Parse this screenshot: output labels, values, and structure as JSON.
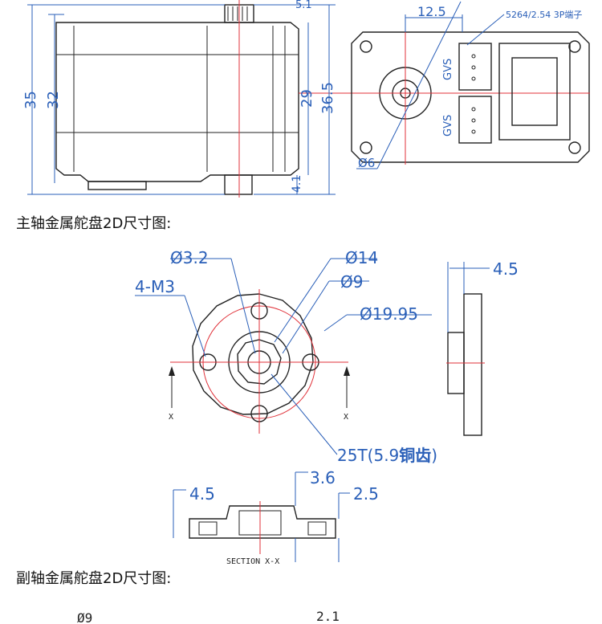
{
  "top_view": {
    "dims": {
      "d35": "35",
      "d32": "32",
      "d29": "29",
      "d36_5": "36.5",
      "d4_1": "4.1",
      "d5_1": "5.1",
      "d12_5": "12.5",
      "d6": "Ø6"
    },
    "connector_label": "5264/2.54 3P端子",
    "pins_top": "GVS",
    "pins_bottom": "GVS"
  },
  "section1": {
    "heading": "主轴金属舵盘2D尺寸图:",
    "labels": {
      "d3_2": "Ø3.2",
      "d14": "Ø14",
      "d9": "Ø9",
      "m3": "4-M3",
      "d19_95": "Ø19.95",
      "d4_5_side": "4.5",
      "teeth_num": "25T(5.9",
      "teeth_cn": "铜齿",
      "teeth_close": ")",
      "x_left": "X",
      "x_right": "X"
    },
    "section_view": {
      "d3_6": "3.6",
      "d4_5": "4.5",
      "d2_5": "2.5",
      "caption": "SECTION X-X"
    }
  },
  "section2": {
    "heading": "副轴金属舵盘2D尺寸图:",
    "labels": {
      "d9": "Ø9",
      "d2_1": "2.1"
    }
  }
}
